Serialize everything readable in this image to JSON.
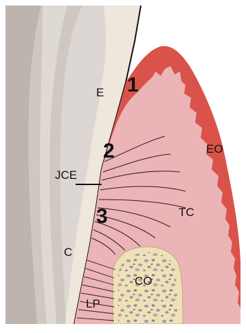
{
  "labels": {
    "enamel": "E",
    "cementoenamel_junction": "JCE",
    "cementum": "C",
    "epithelium_oral": "EO",
    "connective_tissue": "TC",
    "bone": "CO",
    "periodontal_ligament": "LP"
  },
  "numbers": {
    "one": "1",
    "two": "2",
    "three": "3"
  },
  "colors": {
    "tooth_background": "#d9d4cf",
    "enamel_fill": "#ede4da",
    "gingiva_epithelium": "#d9534a",
    "connective_tissue": "#ebb4b6",
    "bone_fill": "#f1e0b6",
    "bone_speckle": "#9aa0a8"
  }
}
